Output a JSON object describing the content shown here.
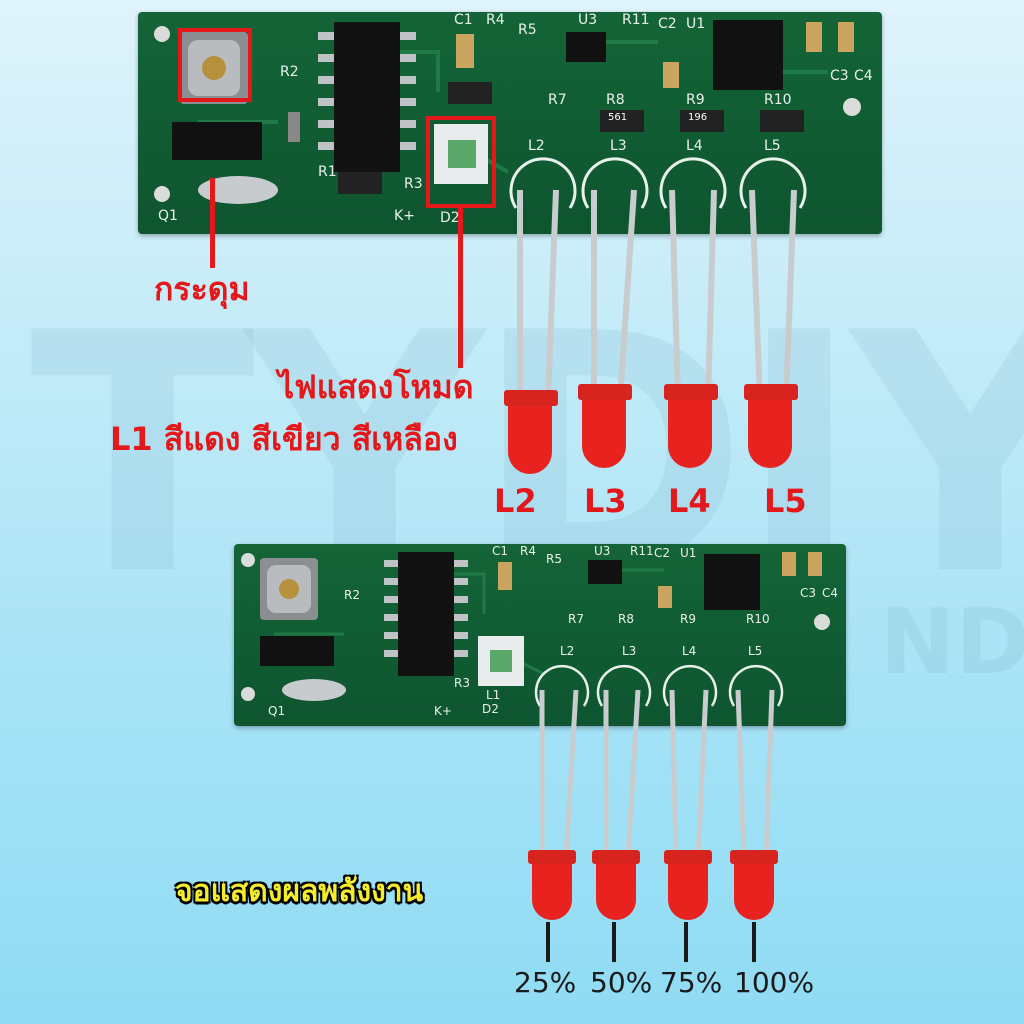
{
  "labels": {
    "button": "กระดุม",
    "mode_led_line1": "ไฟแสดงโหมด",
    "mode_led_line2": "L1 สีแดง สีเขียว สีเหลือง",
    "power_display": "จอแสดงผลพลังงาน"
  },
  "leds_top": [
    "L2",
    "L3",
    "L4",
    "L5"
  ],
  "leds_bottom_percent": [
    "25%",
    "50%",
    "75%",
    "100%"
  ],
  "silkscreen": {
    "C1": "C1",
    "R4": "R4",
    "R5": "R5",
    "U3": "U3",
    "R11": "R11",
    "C2": "C2",
    "U1": "U1",
    "C3": "C3",
    "C4": "C4",
    "R2": "R2",
    "R7": "R7",
    "R8": "R8",
    "R9": "R9",
    "R10": "R10",
    "R1": "R1",
    "R3": "R3",
    "D2": "D2",
    "L1": "L1",
    "Q1": "Q1",
    "K": "K+",
    "L2": "L2",
    "L3": "L3",
    "L4": "L4",
    "L5": "L5",
    "resistor_code_a": "561",
    "resistor_code_b": "196"
  },
  "colors": {
    "accent_red": "#e4171b",
    "pcb_green": "#146437",
    "led_red": "#e8231f",
    "power_label_yellow": "#f4ec2e"
  },
  "watermark": "TYDIY",
  "watermark_suffix": "ND"
}
